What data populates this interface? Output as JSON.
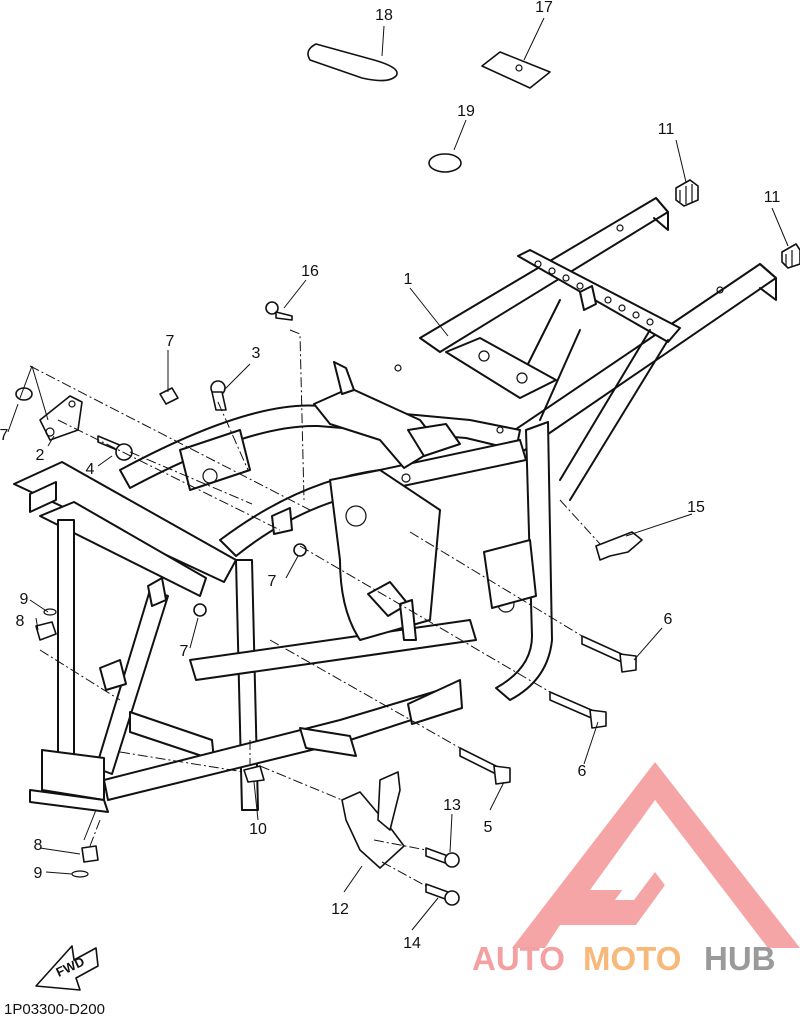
{
  "diagram_code": "1P03300-D200",
  "direction_marker": "FWD",
  "watermark": {
    "brand_part1": "AUTO",
    "brand_part2": "MOTO",
    "brand_part3": "HUB",
    "color_accent": "#f4a0a0",
    "color_moto": "#f7b87a",
    "color_hub": "#9a9a9a"
  },
  "callouts": [
    "18",
    "17",
    "19",
    "11",
    "11",
    "16",
    "1",
    "7",
    "3",
    "7",
    "2",
    "4",
    "15",
    "9",
    "8",
    "7",
    "7",
    "6",
    "6",
    "5",
    "10",
    "13",
    "8",
    "9",
    "12",
    "14"
  ]
}
